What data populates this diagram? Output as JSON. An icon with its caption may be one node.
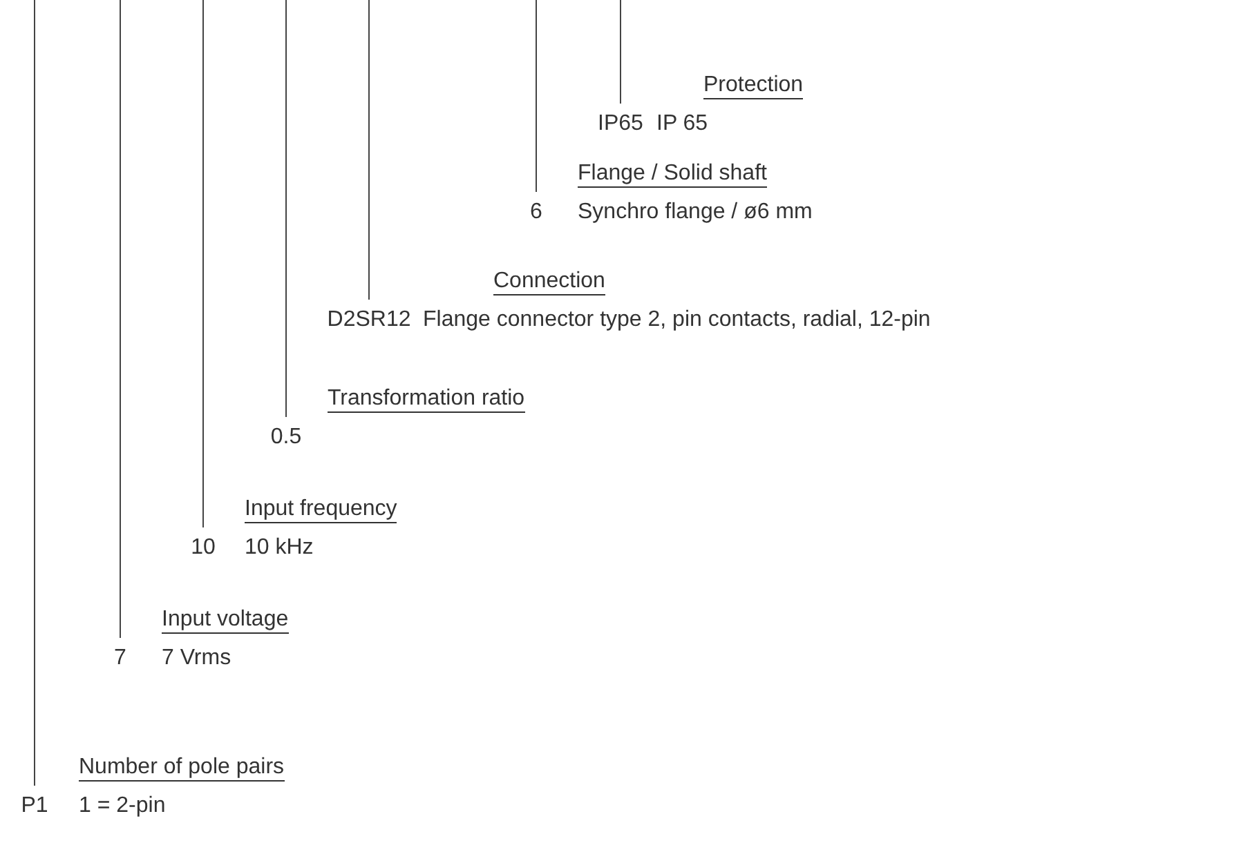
{
  "diagram": {
    "nodes": [
      {
        "text": [
          "Protection",
          "IP 65"
        ],
        "beside": [
          "IP65"
        ]
      },
      {
        "text": [
          "Flange / Solid shaft",
          "Synchro flange / ø6 mm"
        ],
        "beside": [
          "6"
        ]
      },
      {
        "text": [
          "Connection",
          "Flange connector type 2, pin contacts, radial, 12-pin"
        ],
        "beside": [
          "D2SR12"
        ]
      },
      {
        "text": [
          "Transformation ratio"
        ],
        "beside": [
          "0.5"
        ]
      },
      {
        "text": [
          "Input frequency",
          "10 kHz"
        ],
        "beside": [
          "10"
        ]
      },
      {
        "text": [
          "Input voltage",
          "7 Vrms"
        ],
        "beside": [
          "7"
        ]
      },
      {
        "text": [
          "Number of pole pairs",
          "1 = 2-pin"
        ],
        "beside": [
          "P1"
        ]
      }
    ],
    "edges": []
  }
}
